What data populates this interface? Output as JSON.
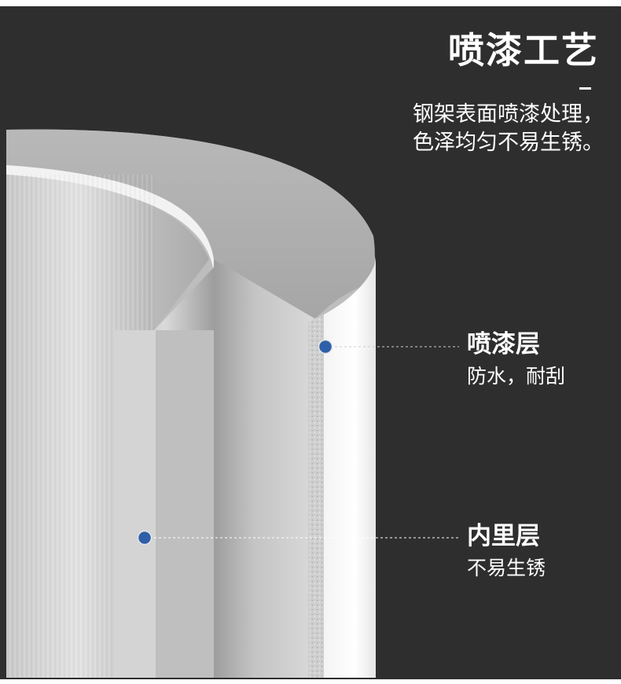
{
  "header": {
    "title": "喷漆工艺",
    "description_lines": [
      "钢架表面喷漆处理，",
      "色泽均匀不易生锈。"
    ]
  },
  "callouts": [
    {
      "title": "喷漆层",
      "subtitle": "防水，耐刮"
    },
    {
      "title": "内里层",
      "subtitle": "不易生锈"
    }
  ],
  "colors": {
    "background": "#2e2e2e",
    "marker": "#2f5fa8",
    "text": "#ffffff"
  }
}
